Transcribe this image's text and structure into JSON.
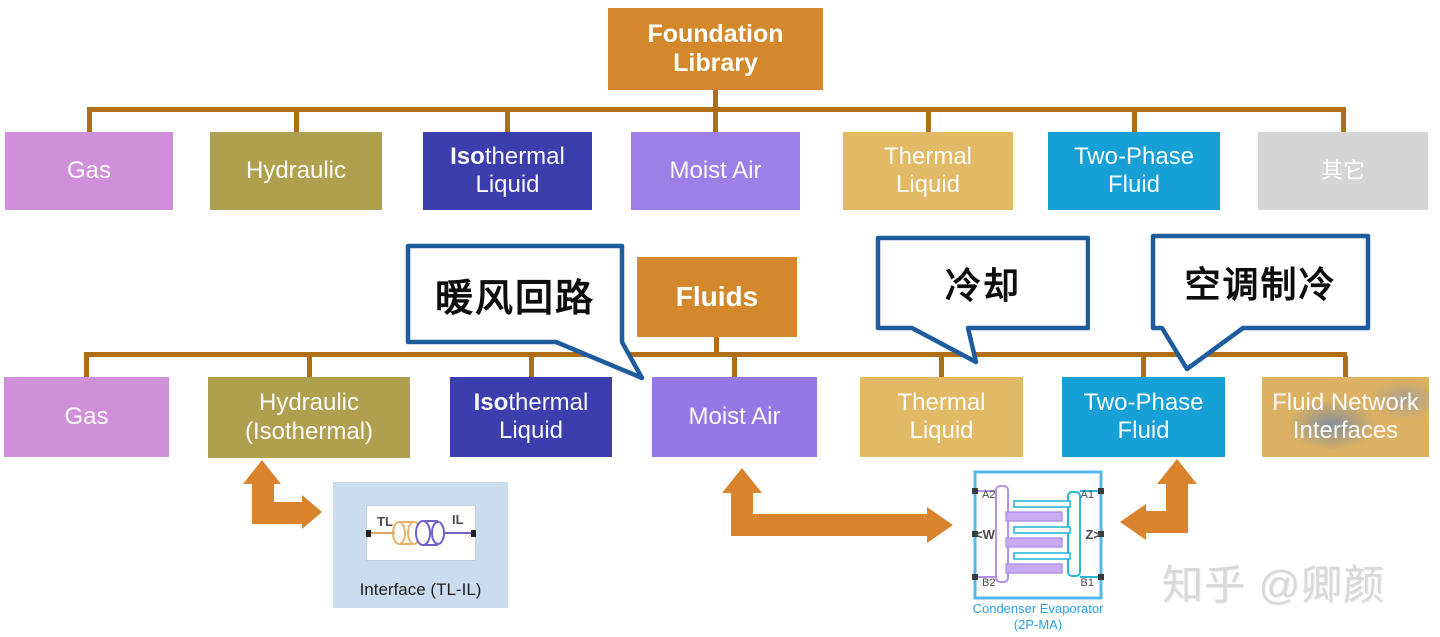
{
  "colors": {
    "node_orange": "#d3882b",
    "connector": "#b06e16",
    "arrow": "#d9832c",
    "callout_border": "#1e5c9e",
    "condenser_caption": "#2d9fe8"
  },
  "diagram": {
    "root": {
      "label": "Foundation\nLibrary"
    },
    "top_row": [
      {
        "label": "Gas",
        "color": "#cf90d9"
      },
      {
        "label": "Hydraulic",
        "color": "#afa050"
      },
      {
        "label_bold": "Iso",
        "label_rest": "thermal\nLiquid",
        "color": "#3b3eac"
      },
      {
        "label": "Moist Air",
        "color": "#9c80e8"
      },
      {
        "label": "Thermal\nLiquid",
        "color": "#e2b964"
      },
      {
        "label": "Two-Phase\nFluid",
        "color": "#16a0d6"
      },
      {
        "label": "其它",
        "color": "#d5d5d5"
      }
    ],
    "fluids": {
      "label": "Fluids"
    },
    "bottom_row": [
      {
        "label": "Gas",
        "color": "#cf90d9"
      },
      {
        "label": "Hydraulic\n(Isothermal)",
        "color": "#afa050"
      },
      {
        "label_bold": "Iso",
        "label_rest": "thermal\nLiquid",
        "color": "#3b3eac"
      },
      {
        "label": "Moist Air",
        "color": "#9478e5"
      },
      {
        "label": "Thermal\nLiquid",
        "color": "#e2b964"
      },
      {
        "label": "Two-Phase\nFluid",
        "color": "#16a0d6"
      },
      {
        "label": "Fluid Network\nInterfaces",
        "color": "#ddb163"
      }
    ],
    "callouts": [
      {
        "text": "暖风回路"
      },
      {
        "text": "冷却"
      },
      {
        "text": "空调制冷"
      }
    ]
  },
  "components": {
    "interface_block": {
      "caption": "Interface (TL-IL)",
      "label_left": "TL",
      "label_right": "IL"
    },
    "condenser_block": {
      "caption_line1": "Condenser Evaporator",
      "caption_line2": "(2P-MA)",
      "port_a2": "A2",
      "port_a1": "A1",
      "port_w": "<W",
      "port_z": "Z>",
      "port_b2": "B2",
      "port_b1": "B1"
    }
  },
  "watermark": "知乎 @卿颜"
}
